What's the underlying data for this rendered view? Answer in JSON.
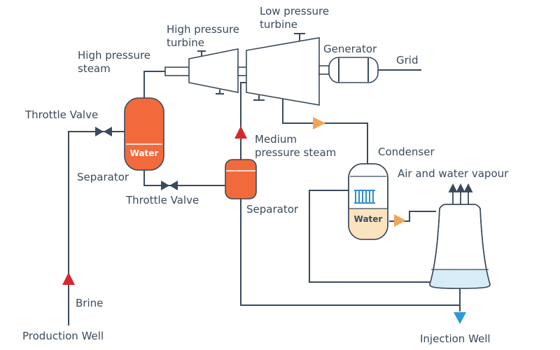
{
  "labels": {
    "high_pressure_steam_1": "High pressure",
    "high_pressure_steam_2": "steam",
    "high_pressure_turbine_1": "High pressure",
    "high_pressure_turbine_2": "turbine",
    "low_pressure_turbine_1": "Low pressure",
    "low_pressure_turbine_2": "turbine",
    "generator": "Generator",
    "grid": "Grid",
    "throttle_valve_top": "Throttle Valve",
    "separator_left": "Separator",
    "throttle_valve_bottom": "Throttle Valve",
    "medium_pressure_steam_1": "Medium",
    "medium_pressure_steam_2": "pressure steam",
    "condenser": "Condenser",
    "air_water_vapour": "Air and water vapour",
    "separator_right": "Separator",
    "brine": "Brine",
    "production_well": "Production Well",
    "injection_well": "Injection Well",
    "water_separator": "Water",
    "water_condenser": "Water"
  },
  "colors": {
    "line": "#3a4a5c",
    "separator_orange": "#f26a3b",
    "arrow_red": "#d7262e",
    "arrow_orange": "#f0a65a",
    "condenser_water": "#fbe3bf",
    "tower_water": "#d8ecf8",
    "condenser_coil": "#2b8fc9",
    "injection_blue": "#2b9ad6"
  },
  "icons": {
    "flow_arrow": "triangle-arrow-icon",
    "valve": "bowtie-valve-icon",
    "vapour": "up-arrow-icon"
  }
}
